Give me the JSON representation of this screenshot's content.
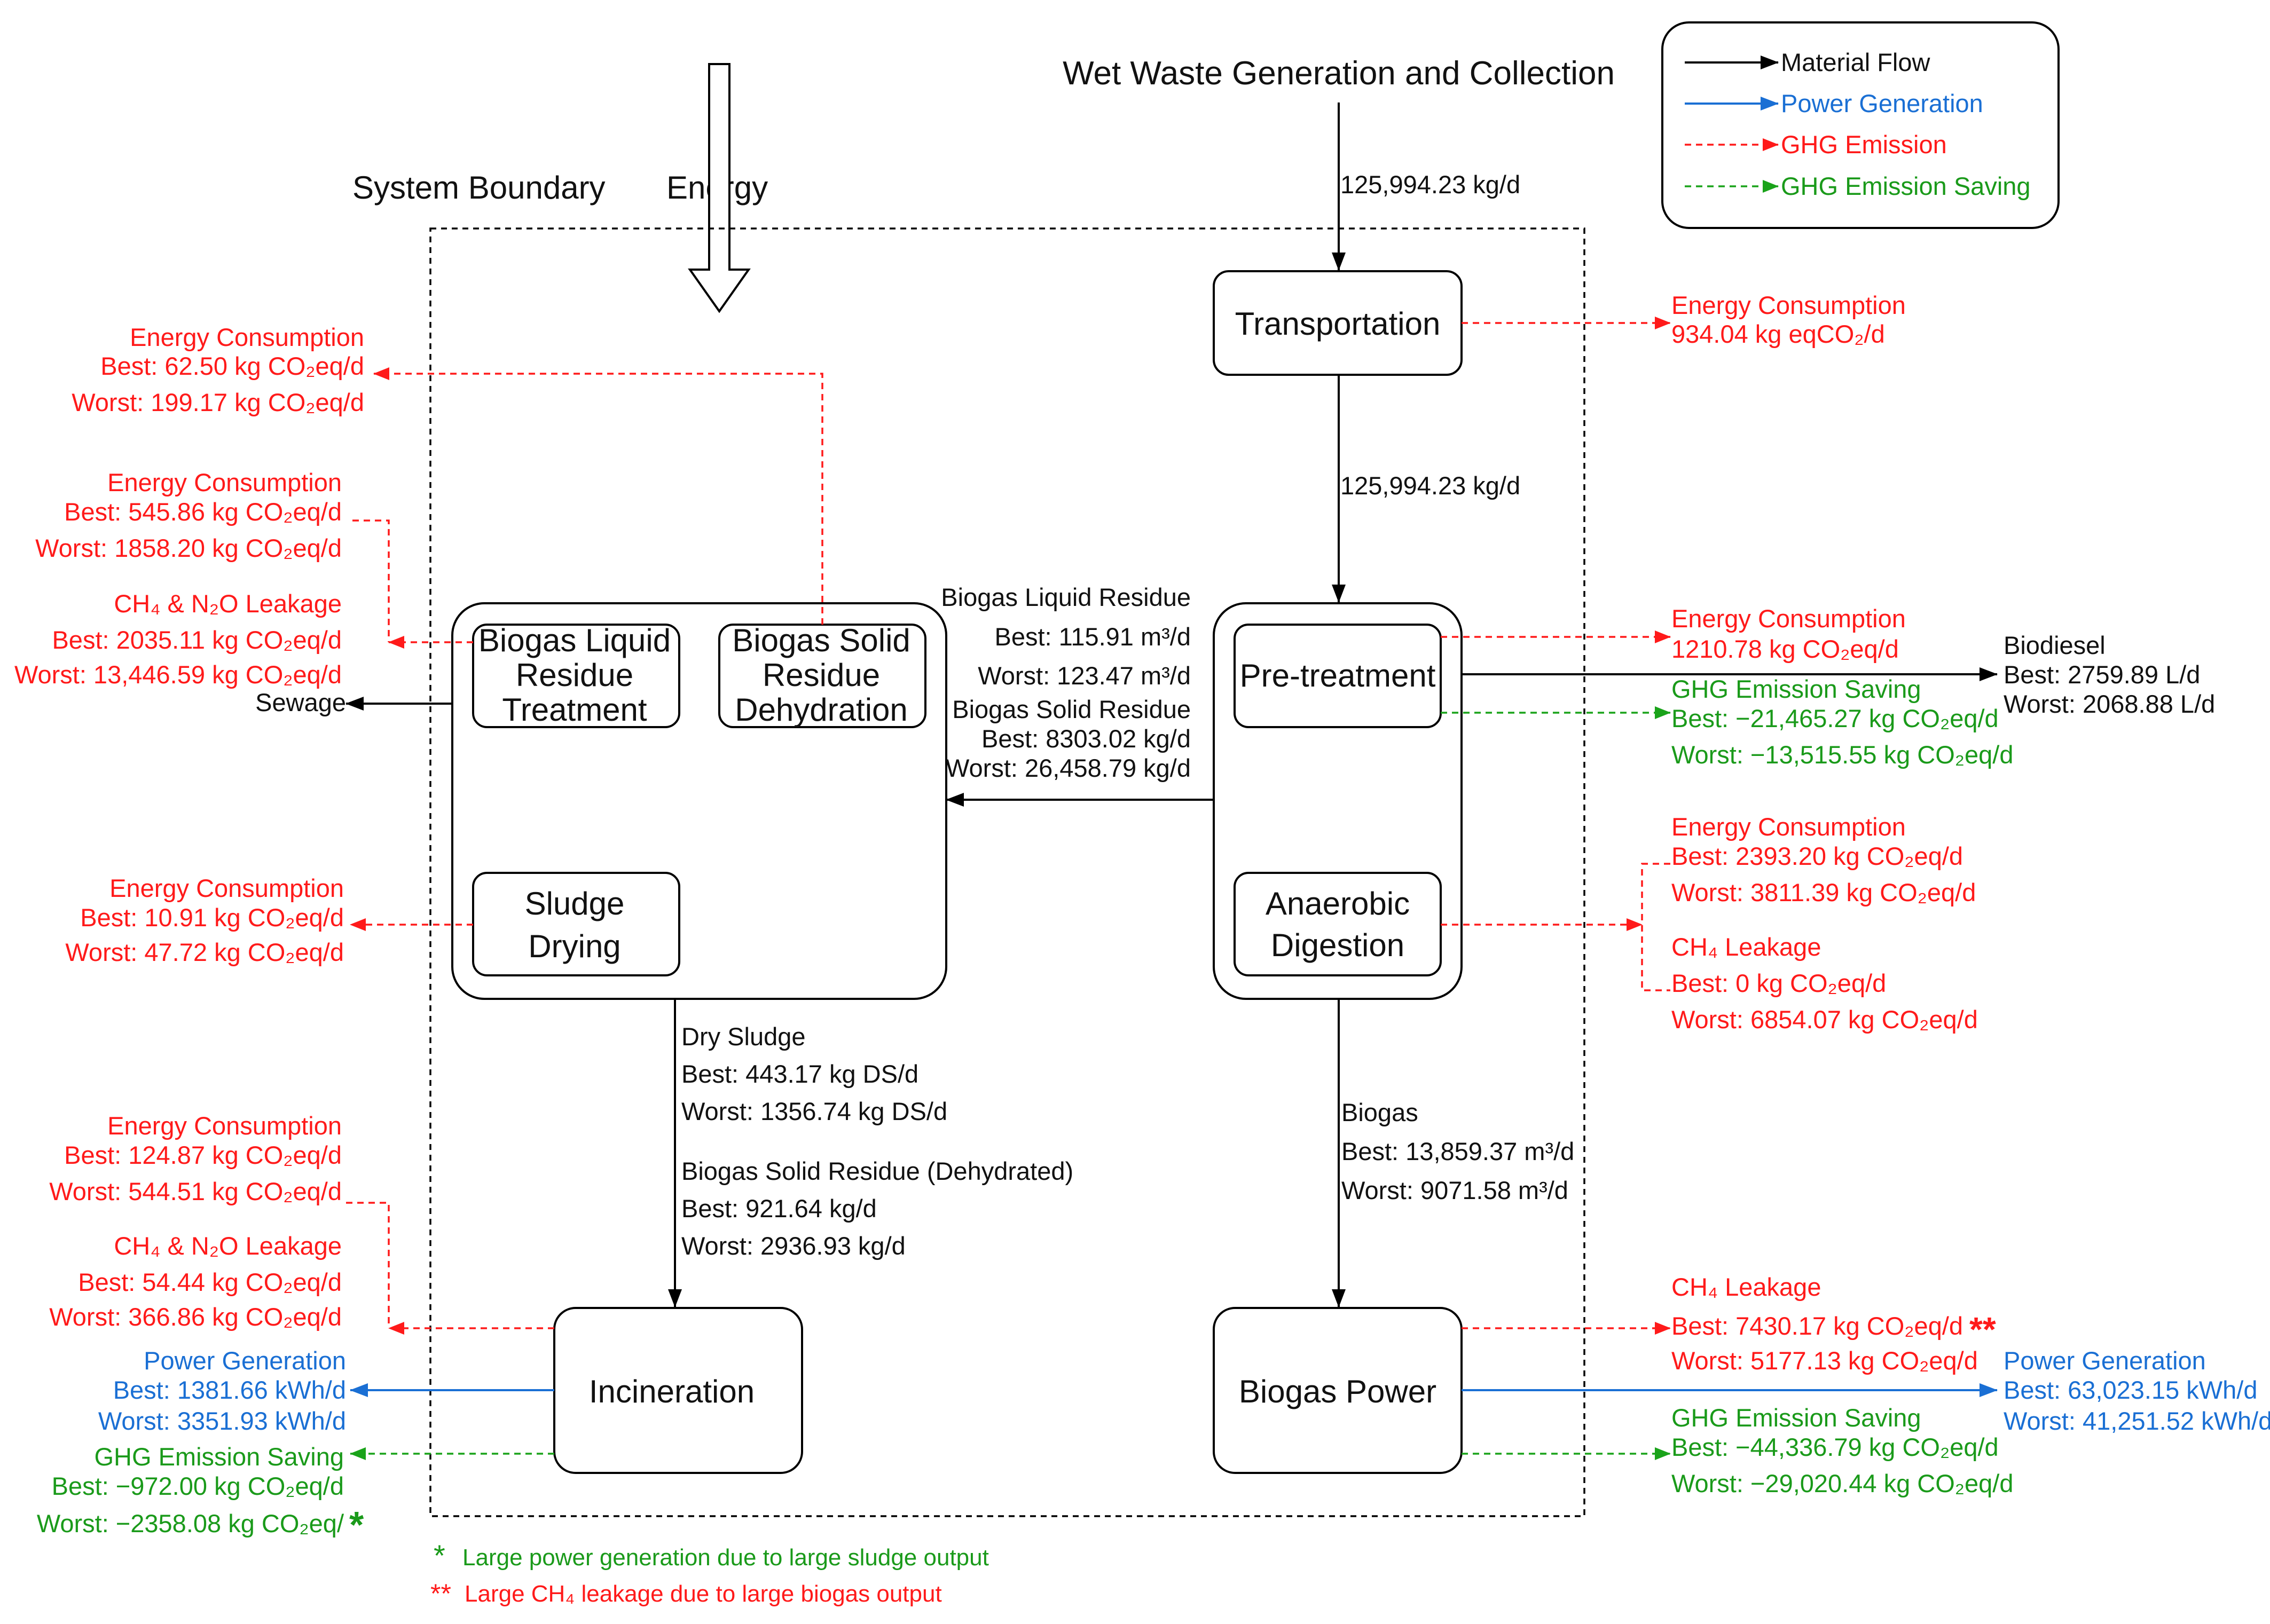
{
  "header": {
    "source_title": "Wet Waste Generation and Collection",
    "system_boundary": "System Boundary",
    "energy": "Energy"
  },
  "legend": {
    "material_flow": "Material Flow",
    "power_generation": "Power Generation",
    "ghg_emission": "GHG Emission",
    "ghg_emission_saving": "GHG Emission Saving",
    "colors": {
      "material": "#000000",
      "power": "#1a6fd4",
      "emission": "#ff1a1a",
      "saving": "#1aa31a"
    }
  },
  "nodes": {
    "transportation": "Transportation",
    "pretreatment": "Pre-treatment",
    "anaerobic": [
      "Anaerobic",
      "Digestion"
    ],
    "biogas_power": "Biogas Power",
    "liquid_residue": [
      "Biogas Liquid",
      "Residue",
      "Treatment"
    ],
    "solid_residue": [
      "Biogas Solid",
      "Residue",
      "Dehydration"
    ],
    "sludge_drying": [
      "Sludge",
      "Drying"
    ],
    "incineration": "Incineration",
    "sewage": "Sewage",
    "biodiesel": "Biodiesel"
  },
  "flows": {
    "input_1": "125,994.23 kg/d",
    "input_2": "125,994.23 kg/d",
    "residue_block": {
      "l1": "Biogas Liquid Residue",
      "l2": "Best: 115.91 m³/d",
      "l3": "Worst: 123.47 m³/d",
      "l4": "Biogas Solid Residue",
      "l5": "Best: 8303.02 kg/d",
      "l6": "Worst: 26,458.79 kg/d"
    },
    "dry_sludge": {
      "l1": "Dry Sludge",
      "l2": "Best: 443.17 kg DS/d",
      "l3": "Worst: 1356.74 kg DS/d",
      "l4": "Biogas Solid Residue (Dehydrated)",
      "l5": "Best: 921.64 kg/d",
      "l6": "Worst: 2936.93 kg/d"
    },
    "biogas": {
      "l1": "Biogas",
      "l2": "Best: 13,859.37 m³/d",
      "l3": "Worst: 9071.58 m³/d"
    },
    "biodiesel": {
      "best": "Best: 2759.89 L/d",
      "worst": "Worst: 2068.88 L/d"
    }
  },
  "left_annotations": {
    "solid_dehydration_energy": {
      "title": "Energy Consumption",
      "best": "Best: 62.50 kg CO₂eq/d",
      "worst": "Worst: 199.17 kg CO₂eq/d"
    },
    "liquid_energy": {
      "title": "Energy Consumption",
      "best": "Best: 545.86 kg CO₂eq/d",
      "worst": "Worst: 1858.20 kg CO₂eq/d"
    },
    "liquid_leakage": {
      "title": "CH₄ & N₂O Leakage",
      "best": "Best: 2035.11 kg CO₂eq/d",
      "worst": "Worst: 13,446.59 kg CO₂eq/d"
    },
    "sludge_energy": {
      "title": "Energy Consumption",
      "best": "Best: 10.91 kg CO₂eq/d",
      "worst": "Worst: 47.72 kg CO₂eq/d"
    },
    "incineration_energy": {
      "title": "Energy Consumption",
      "best": "Best: 124.87 kg CO₂eq/d",
      "worst": "Worst: 544.51 kg CO₂eq/d"
    },
    "incineration_leakage": {
      "title": "CH₄ & N₂O Leakage",
      "best": "Best: 54.44 kg CO₂eq/d",
      "worst": "Worst: 366.86 kg CO₂eq/d"
    },
    "incineration_power": {
      "title": "Power Generation",
      "best": "Best: 1381.66 kWh/d",
      "worst": "Worst: 3351.93 kWh/d"
    },
    "incineration_saving": {
      "title": "GHG Emission Saving",
      "best": "Best: −972.00 kg CO₂eq/d",
      "worst": "Worst: −2358.08 kg CO₂eq/",
      "mark": "*"
    }
  },
  "right_annotations": {
    "transport_energy": {
      "title": "Energy Consumption",
      "value": "934.04 kg eqCO₂/d"
    },
    "pretreatment_energy": {
      "title": "Energy Consumption",
      "value": "1210.78 kg CO₂eq/d"
    },
    "pretreatment_saving": {
      "title": "GHG Emission Saving",
      "best": "Best: −21,465.27 kg CO₂eq/d",
      "worst": "Worst: −13,515.55 kg CO₂eq/d"
    },
    "ad_energy": {
      "title": "Energy Consumption",
      "best": "Best: 2393.20 kg CO₂eq/d",
      "worst": "Worst: 3811.39 kg CO₂eq/d"
    },
    "ad_leakage": {
      "title": "CH₄ Leakage",
      "best": "Best: 0 kg CO₂eq/d",
      "worst": "Worst: 6854.07 kg CO₂eq/d"
    },
    "power_leakage": {
      "title": "CH₄ Leakage",
      "best": "Best: 7430.17 kg CO₂eq/d",
      "mark": "**",
      "worst": "Worst: 5177.13 kg CO₂eq/d"
    },
    "power_generation": {
      "title": "Power Generation",
      "best": "Best: 63,023.15 kWh/d",
      "worst": "Worst: 41,251.52 kWh/d"
    },
    "power_saving": {
      "title": "GHG Emission Saving",
      "best": "Best: −44,336.79 kg CO₂eq/d",
      "worst": "Worst: −29,020.44 kg CO₂eq/d"
    }
  },
  "footnotes": {
    "star1_mark": "*",
    "star1_text": "Large power generation due to large sludge output",
    "star2_mark": "**",
    "star2_text": "Large CH₄ leakage due to large biogas output"
  }
}
